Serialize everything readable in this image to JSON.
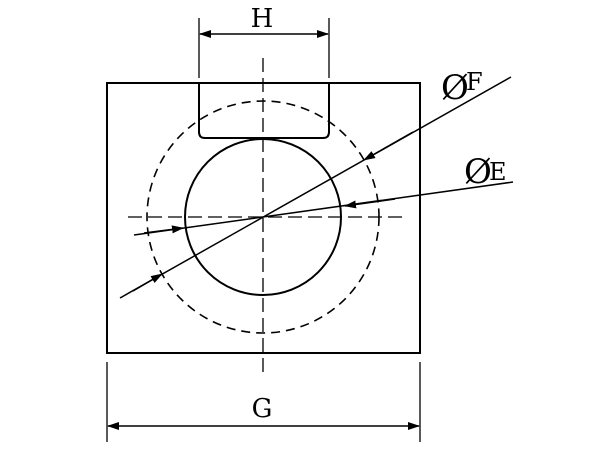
{
  "diagram": {
    "labels": {
      "width_h": "H",
      "width_g": "G",
      "diameter_f": "F",
      "diameter_e": "E"
    },
    "symbols": {
      "diameter_symbol_f": "Ø",
      "diameter_symbol_e": "Ø"
    },
    "colors": {
      "line": "#000000",
      "background": "#ffffff"
    }
  }
}
